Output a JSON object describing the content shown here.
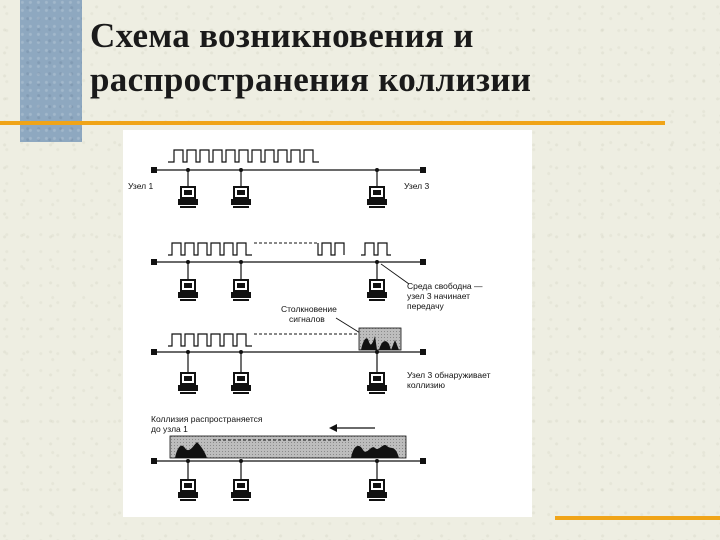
{
  "slide": {
    "title_line1": "Схема возникновения и",
    "title_line2": "распространения коллизии",
    "accent_color": "#f0a418",
    "sidebar_color": "#8ea8c0"
  },
  "diagram": {
    "node1": "Узел 1",
    "node3": "Узел 3",
    "medium_free_1": "Среда свободна —",
    "medium_free_2": "узел 3 начинает",
    "medium_free_3": "передачу",
    "collision_1": "Столкновение",
    "collision_2": "сигналов",
    "detect_1": "Узел 3 обнаруживает",
    "detect_2": "коллизию",
    "spread_1": "Коллизия распространяется",
    "spread_2": "до узла 1"
  }
}
